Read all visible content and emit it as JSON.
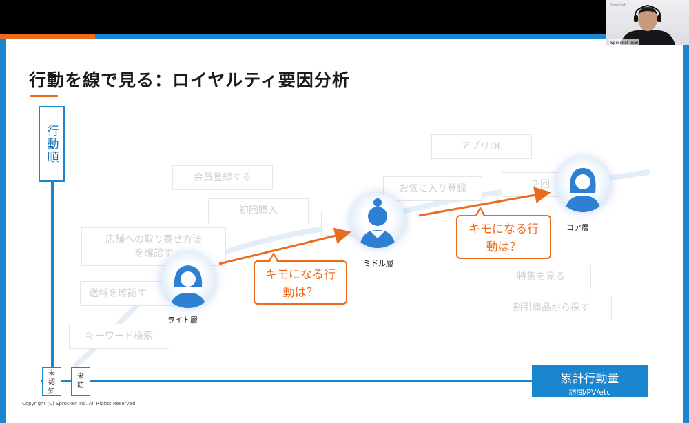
{
  "slide": {
    "title": "行動を線で見る：ロイヤルティ要因分析",
    "yaxis_label": "行動順",
    "xaxis_main": "累計行動量",
    "xaxis_sub": "訪問/PV/etc",
    "unaware_label": "未\n認\n知",
    "visit_label": "来\n訪",
    "copyright": "Copyright (C) Sprocket Inc. All Rights Reserved."
  },
  "actions": {
    "app_dl": "アプリDL",
    "member_register": "会員登録する",
    "favorite_register": "お気に入り登録",
    "second_purchase": "２回",
    "first_purchase": "初回購入",
    "store_order_line1": "店舗への取り寄せ方法",
    "store_order_line2": "を確認す",
    "check_shipping": "送料を確認す",
    "view_feature": "特集を見る",
    "search_discount": "割引商品から探す",
    "keyword_search": "キーワード検索"
  },
  "segments": {
    "light": "ライト層",
    "middle": "ミドル層",
    "core": "コア層"
  },
  "callouts": {
    "first_line1": "キモになる行",
    "first_line2": "動は？",
    "second_line1": "キモになる行",
    "second_line2": "動は？"
  },
  "webcam": {
    "logo": "Sprocket",
    "name_tag": "Sprocket 深田"
  },
  "colors": {
    "accent_blue": "#1a86d0",
    "accent_orange": "#ec6c1f",
    "avatar_blue": "#2f7fd3"
  }
}
